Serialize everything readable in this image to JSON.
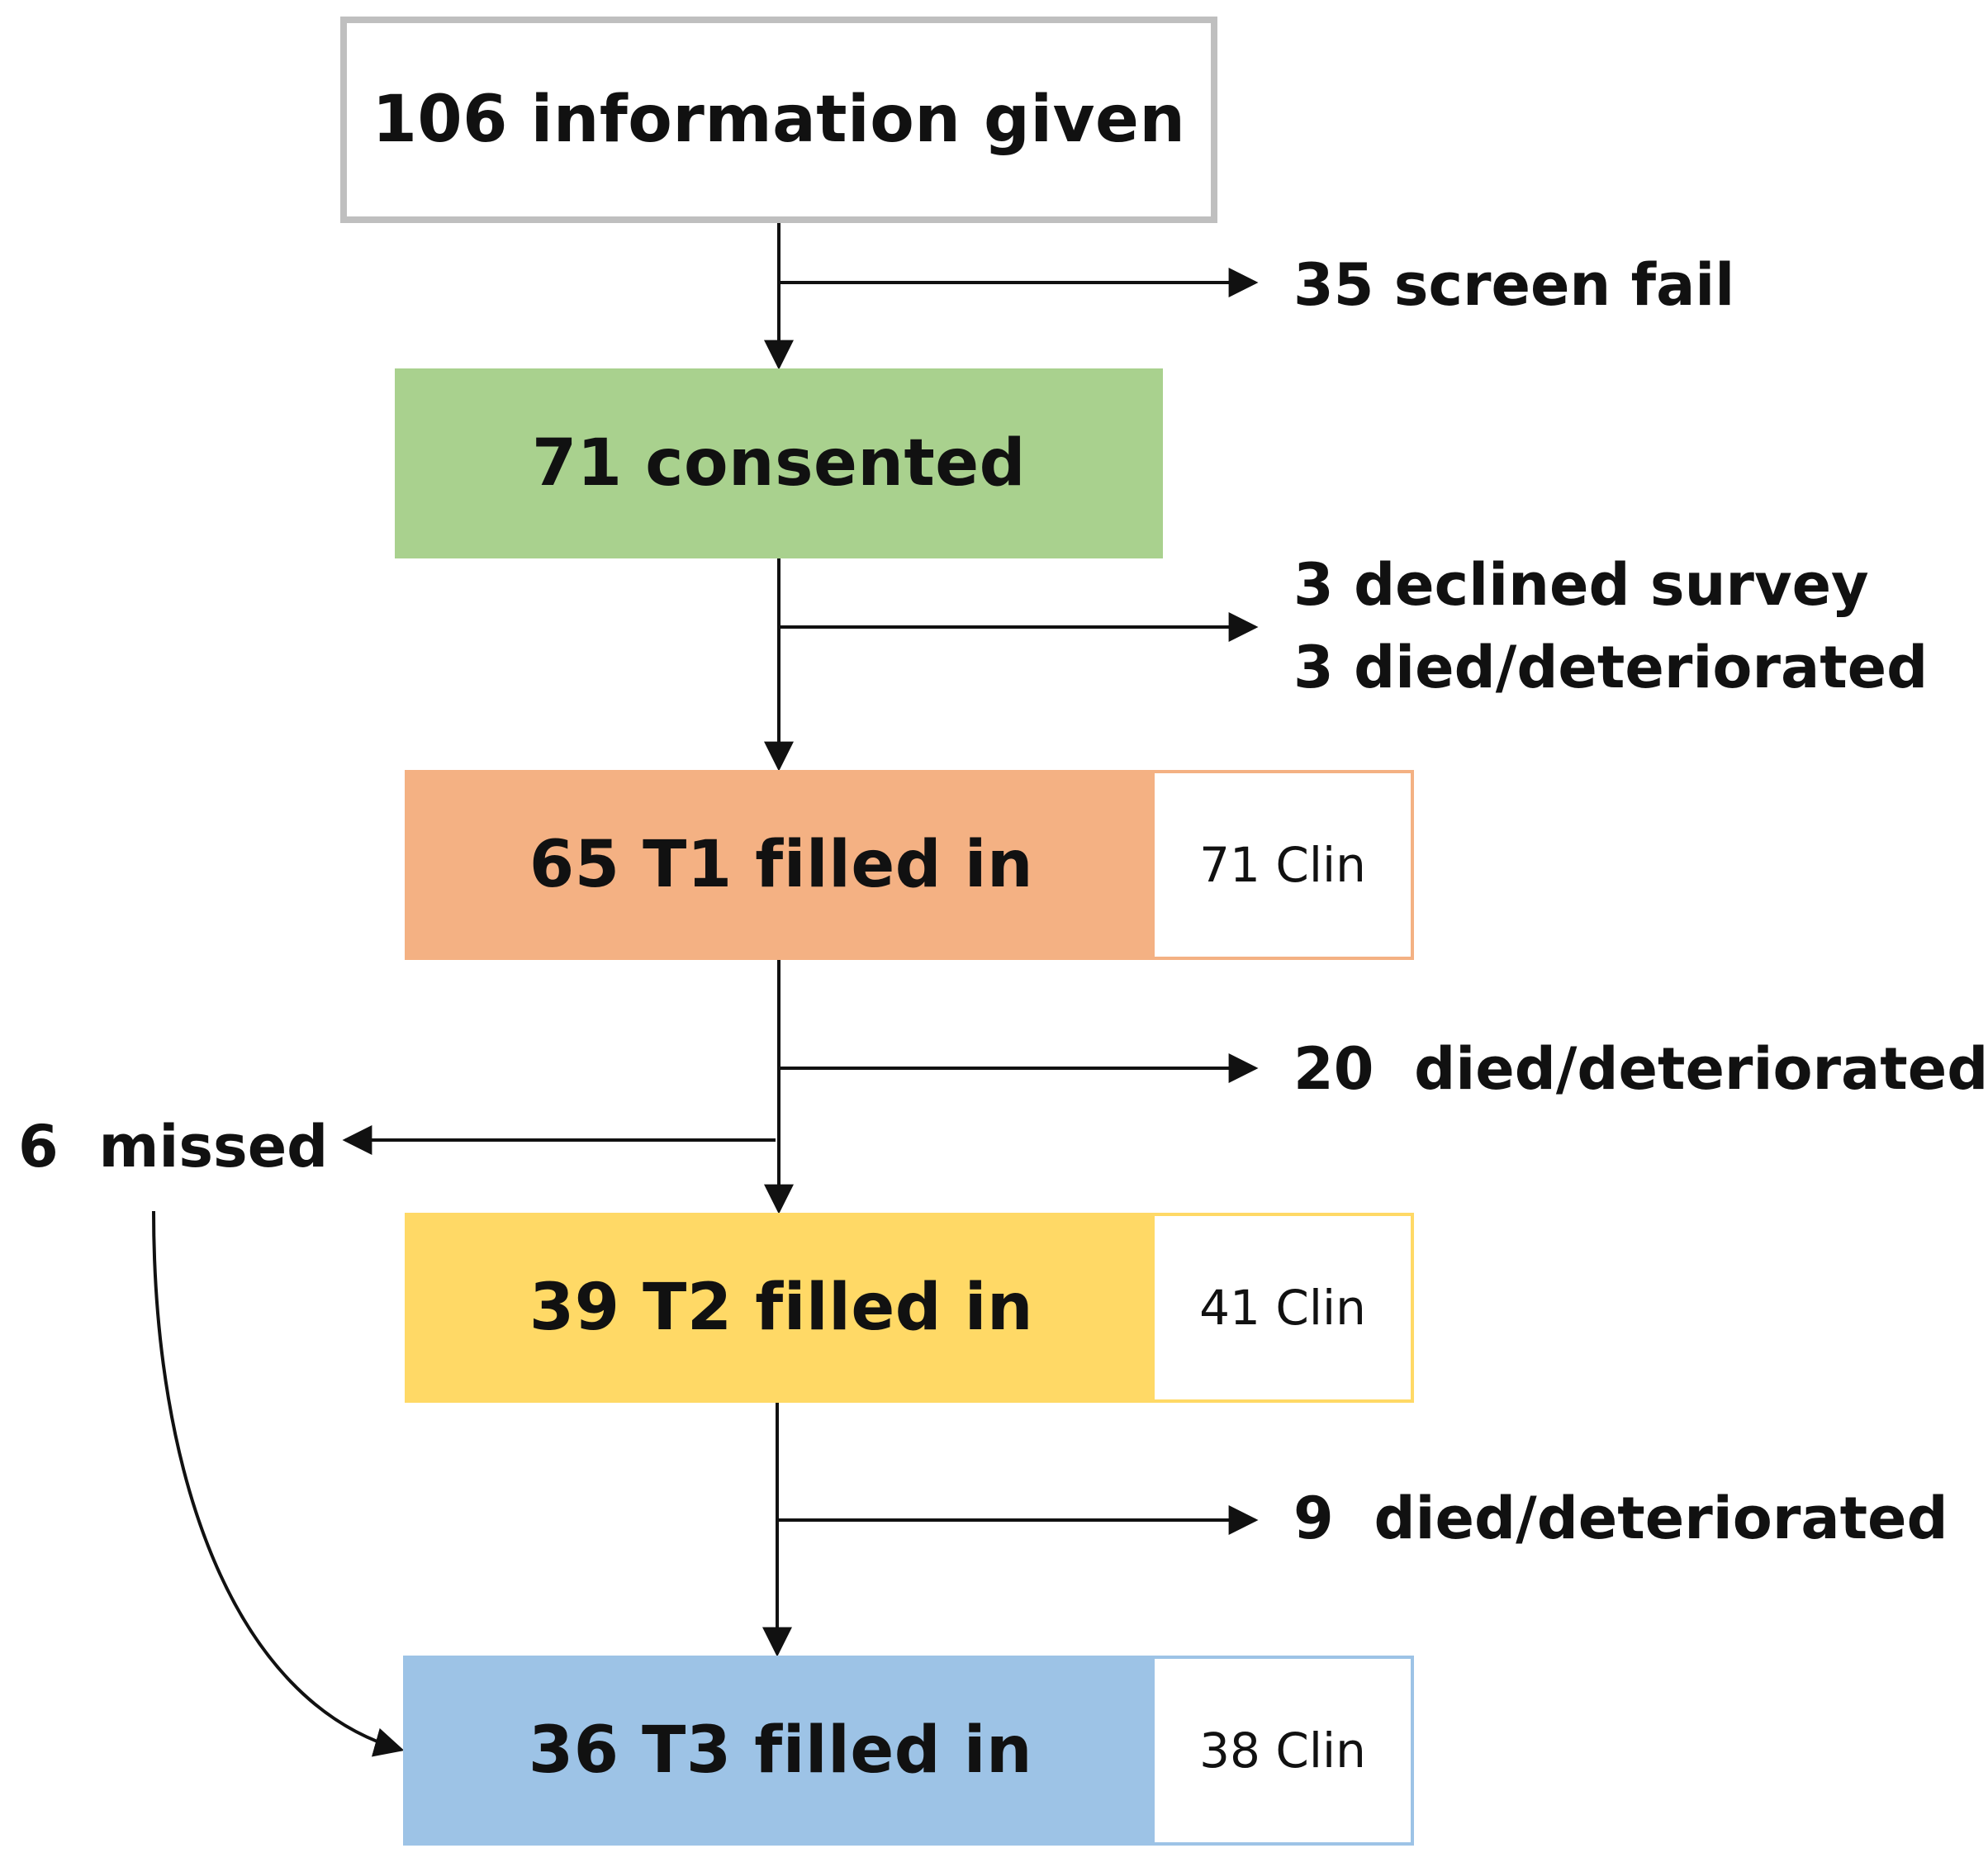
{
  "boxes": {
    "information_given": {
      "label": "106 information given"
    },
    "consented": {
      "label": "71 consented",
      "fill": "#a9d18e"
    },
    "t1": {
      "label": "65 T1 filled in",
      "side": "71 Clin",
      "fill": "#f4b183",
      "border": "#f4b183"
    },
    "t2": {
      "label": "39 T2 filled in",
      "side": "41 Clin",
      "fill": "#ffd966",
      "border": "#ffd966"
    },
    "t3": {
      "label": "36 T3 filled in",
      "side": "38 Clin",
      "fill": "#9dc3e6",
      "border": "#9dc3e6"
    }
  },
  "exits": {
    "screen_fail": "35 screen fail",
    "declined_survey": "3 declined survey",
    "died_after_consent": "3 died/deteriorated",
    "died_after_t1": "20  died/deteriorated",
    "missed": "6  missed",
    "died_after_t2": "9  died/deteriorated"
  }
}
